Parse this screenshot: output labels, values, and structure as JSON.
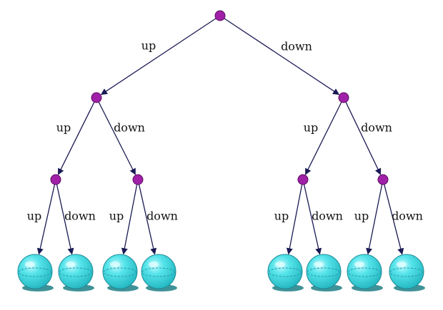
{
  "tree": {
    "levels": 3,
    "branch_labels": {
      "left": "up",
      "right": "down"
    },
    "colors": {
      "edge": "#1a1a55",
      "node_fill": "#a020a8",
      "node_stroke": "#5a1060",
      "leaf_fill": "#36d2d8",
      "leaf_stroke": "#1e8c96",
      "leaf_shadow": "#1c7f86",
      "leaf_band": "#2a98a8"
    }
  }
}
